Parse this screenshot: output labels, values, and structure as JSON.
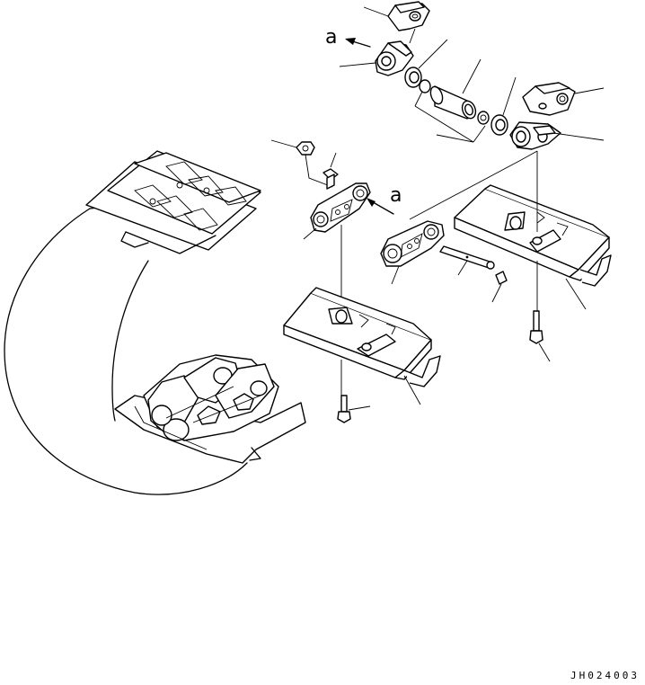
{
  "callouts": {
    "a_top": "a",
    "a_mid": "a"
  },
  "doc_id": "JH024003"
}
